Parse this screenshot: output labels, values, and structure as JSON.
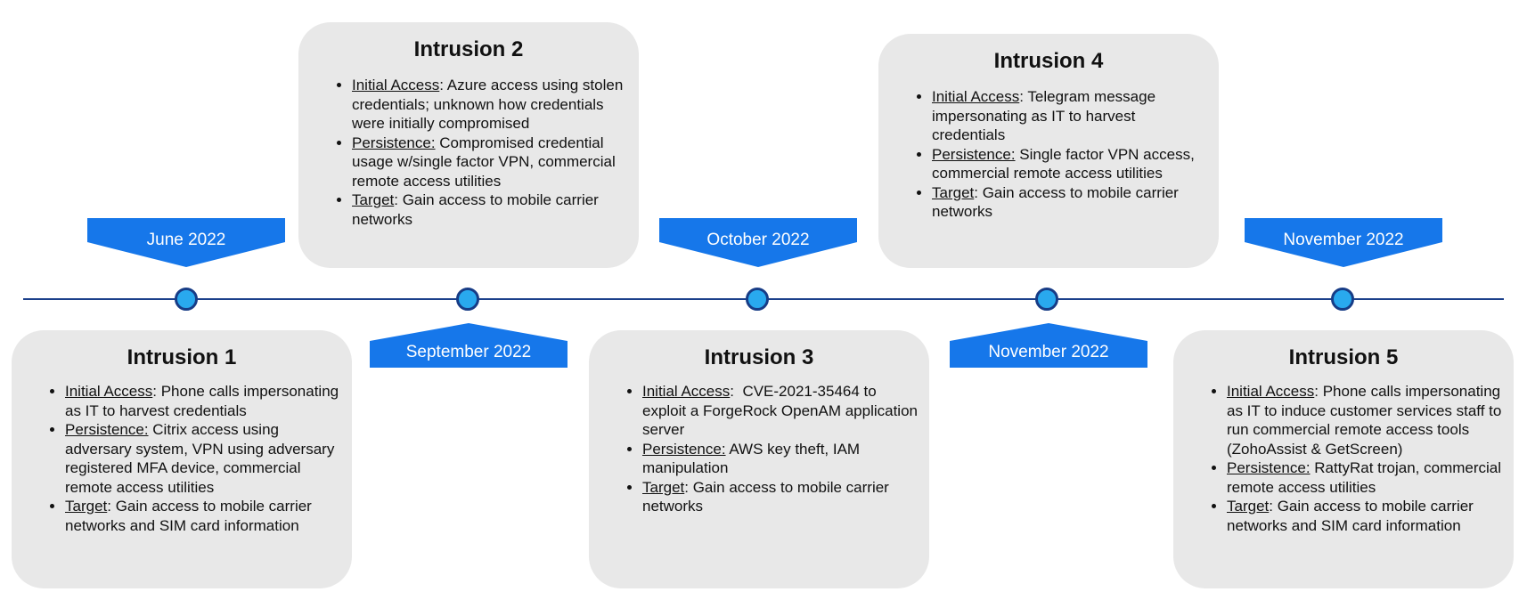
{
  "colors": {
    "line": "#1b3f8a",
    "node_fill": "#29a9ee",
    "node_border": "#173c86",
    "tag_fill": "#1677ea",
    "card_fill": "#e8e8e8"
  },
  "dates": [
    "June 2022",
    "September 2022",
    "October 2022",
    "November 2022",
    "November 2022"
  ],
  "intrusions": [
    {
      "title": "Intrusion 1",
      "items": [
        {
          "label": "Initial Access",
          "sep": ": ",
          "text": "Phone calls impersonating as IT to harvest credentials"
        },
        {
          "label": "Persistence:",
          "sep": " ",
          "text": "Citrix access using adversary system, VPN using adversary registered MFA device, commercial remote access utilities"
        },
        {
          "label": "Target",
          "sep": ": ",
          "text": "Gain access to mobile carrier networks and SIM card information"
        }
      ]
    },
    {
      "title": "Intrusion 2",
      "items": [
        {
          "label": "Initial Access",
          "sep": ": ",
          "text": "Azure access using stolen credentials; unknown how credentials were initially compromised"
        },
        {
          "label": "Persistence:",
          "sep": " ",
          "text": "Compromised credential usage w/single factor VPN, commercial remote access utilities"
        },
        {
          "label": "Target",
          "sep": ": ",
          "text": "Gain access to mobile carrier networks"
        }
      ]
    },
    {
      "title": "Intrusion 3",
      "items": [
        {
          "label": "Initial Access",
          "sep": ":  ",
          "text": "CVE-2021-35464 to exploit a ForgeRock OpenAM application server"
        },
        {
          "label": "Persistence:",
          "sep": " ",
          "text": "AWS key theft, IAM manipulation"
        },
        {
          "label": "Target",
          "sep": ": ",
          "text": "Gain access to mobile carrier networks"
        }
      ]
    },
    {
      "title": "Intrusion 4",
      "items": [
        {
          "label": "Initial Access",
          "sep": ": ",
          "text": "Telegram message impersonating as IT to harvest credentials"
        },
        {
          "label": "Persistence:",
          "sep": " ",
          "text": "Single factor VPN access, commercial remote access utilities"
        },
        {
          "label": "Target",
          "sep": ": ",
          "text": "Gain access to mobile carrier networks"
        }
      ]
    },
    {
      "title": "Intrusion 5",
      "items": [
        {
          "label": "Initial Access",
          "sep": ": ",
          "text": "Phone calls impersonating as IT to induce customer services staff to run commercial remote access tools (ZohoAssist & GetScreen)"
        },
        {
          "label": "Persistence:",
          "sep": " ",
          "text": "RattyRat trojan, commercial remote access utilities"
        },
        {
          "label": "Target",
          "sep": ": ",
          "text": "Gain access to mobile carrier networks and SIM card information"
        }
      ]
    }
  ]
}
